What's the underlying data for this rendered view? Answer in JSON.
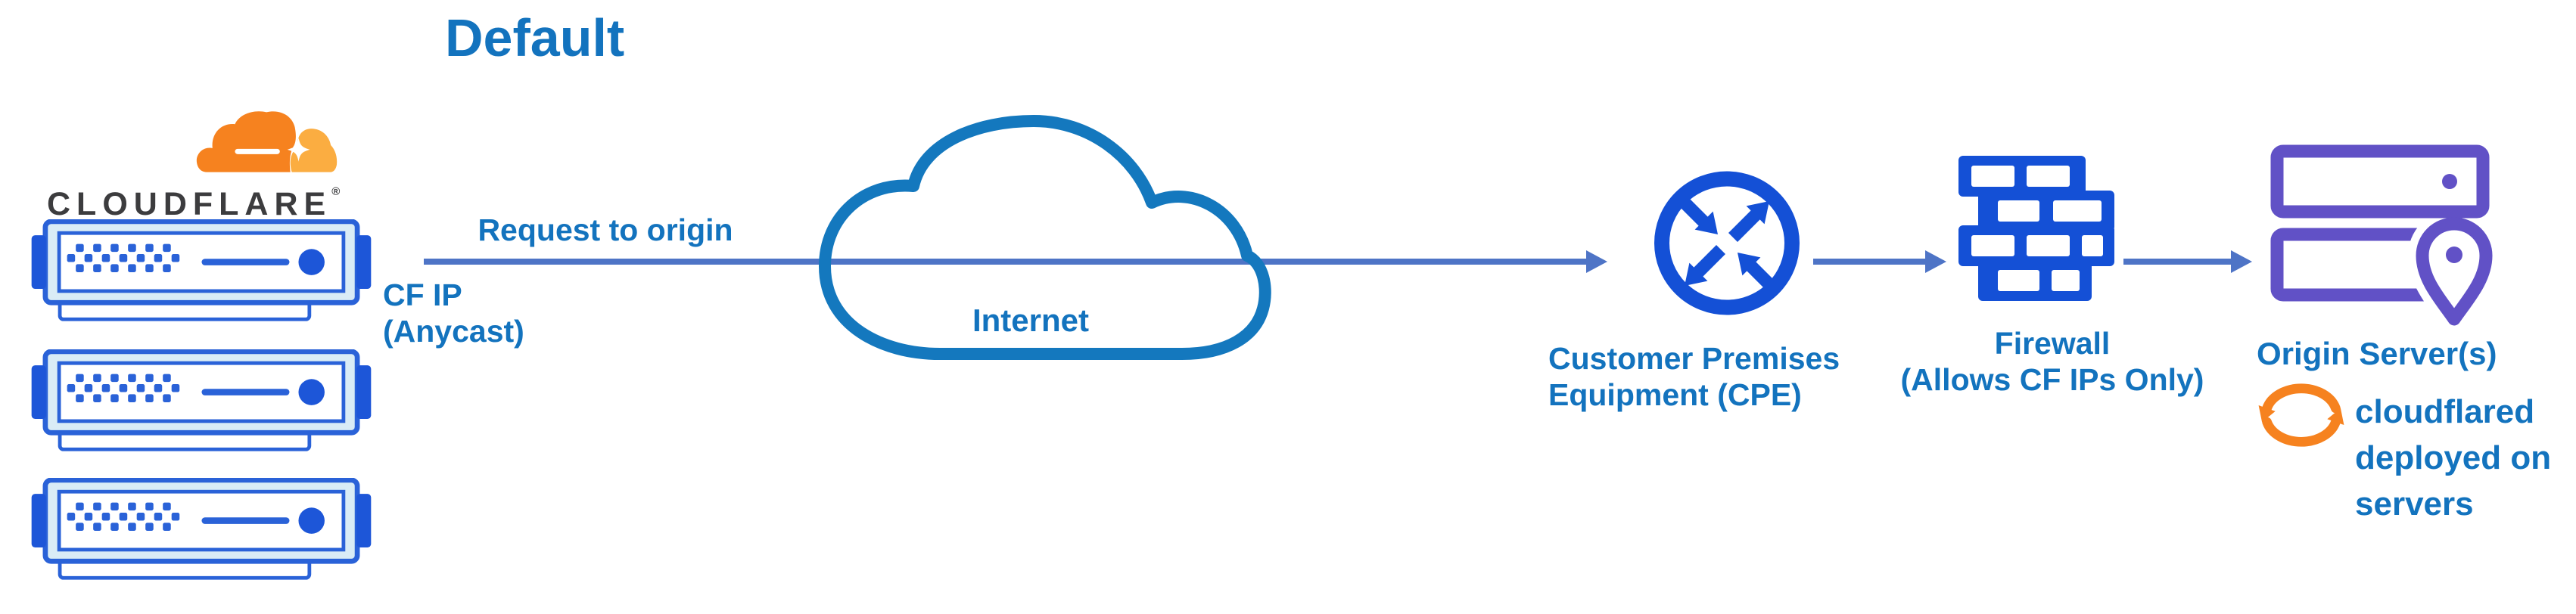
{
  "title": "Default",
  "cloudflare": {
    "wordmark": "CLOUDFLARE",
    "registered": "®"
  },
  "labels": {
    "request": "Request to origin",
    "cf_ip": [
      "CF IP",
      "(Anycast)"
    ],
    "internet": "Internet",
    "cpe": [
      "Customer Premises",
      "Equipment (CPE)"
    ],
    "firewall": [
      "Firewall",
      "(Allows CF IPs Only)"
    ],
    "origin": "Origin Server(s)",
    "cloudflared": [
      "cloudflared",
      "deployed on",
      "servers"
    ]
  },
  "icons": {
    "cloudflare_logo": "cloudflare-cloud",
    "edge_servers": "server-rack-x3",
    "internet": "cloud-outline",
    "cpe": "router-crossed-arrows",
    "firewall": "brick-wall",
    "origin": "server-stack-with-location-pin",
    "cloudflared": "sync-arrows"
  },
  "colors": {
    "text-blue": "#1373BE",
    "line-blue": "#4E74C6",
    "royal-blue": "#1450D6",
    "server-border": "#2A62D8",
    "server-fill": "#D9ECF6",
    "tab-blue": "#1D56D8",
    "cloud-stroke": "#1478BE",
    "purple": "#6151C6",
    "orange": "#F6821F",
    "orange-light": "#FBAD41",
    "wordmark": "#3C3C3E"
  }
}
